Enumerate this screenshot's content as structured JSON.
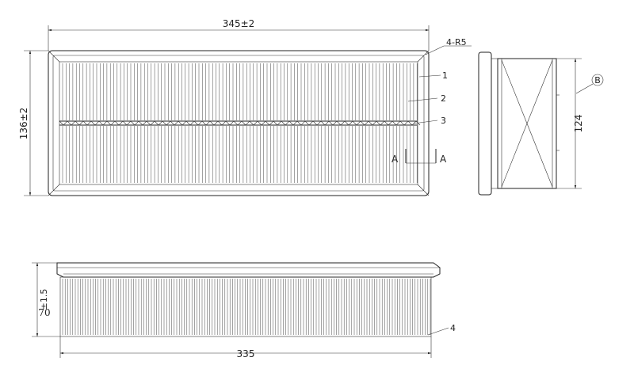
{
  "top_view": {
    "dim_length": "345±2",
    "dim_height": "136±2",
    "corner_note": "4-R5",
    "callout_1": "1",
    "callout_2": "2",
    "callout_3": "3",
    "section_left": "A",
    "section_right": "A"
  },
  "side_view": {
    "dim_height": "124",
    "datum": "B"
  },
  "bottom_view": {
    "dim_height_tol": "±1.5",
    "dim_height": "70",
    "dim_length": "335",
    "callout_4": "4"
  }
}
